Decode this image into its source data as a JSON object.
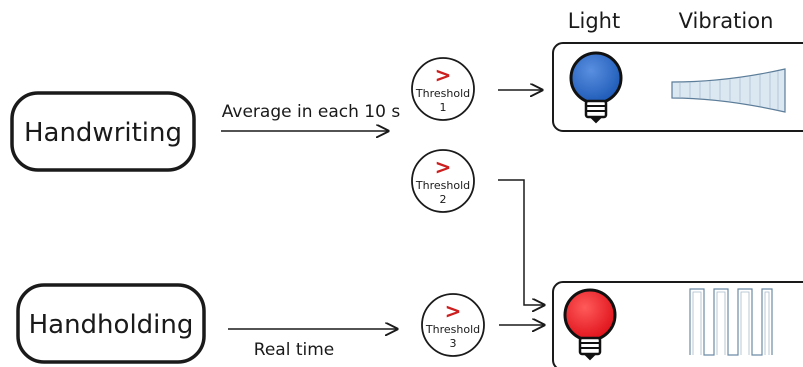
{
  "headers": {
    "light": "Light",
    "vibration": "Vibration"
  },
  "inputs": {
    "handwriting": "Handwriting",
    "handholding": "Handholding"
  },
  "edges": {
    "average": "Average in each 10 s",
    "realtime": "Real time"
  },
  "thresholds": [
    {
      "symbol": ">",
      "label": "Threshold",
      "number": "1"
    },
    {
      "symbol": ">",
      "label": "Threshold",
      "number": "2"
    },
    {
      "symbol": ">",
      "label": "Threshold",
      "number": "3"
    }
  ],
  "outputs": {
    "top": {
      "bulb_color": "#1f5cb8",
      "vibration_pattern": "ramp"
    },
    "bottom": {
      "bulb_color": "#e0141c",
      "vibration_pattern": "pulses"
    }
  },
  "colors": {
    "threshold_symbol": "#cc1f1f",
    "stroke": "#1a1a1a"
  }
}
